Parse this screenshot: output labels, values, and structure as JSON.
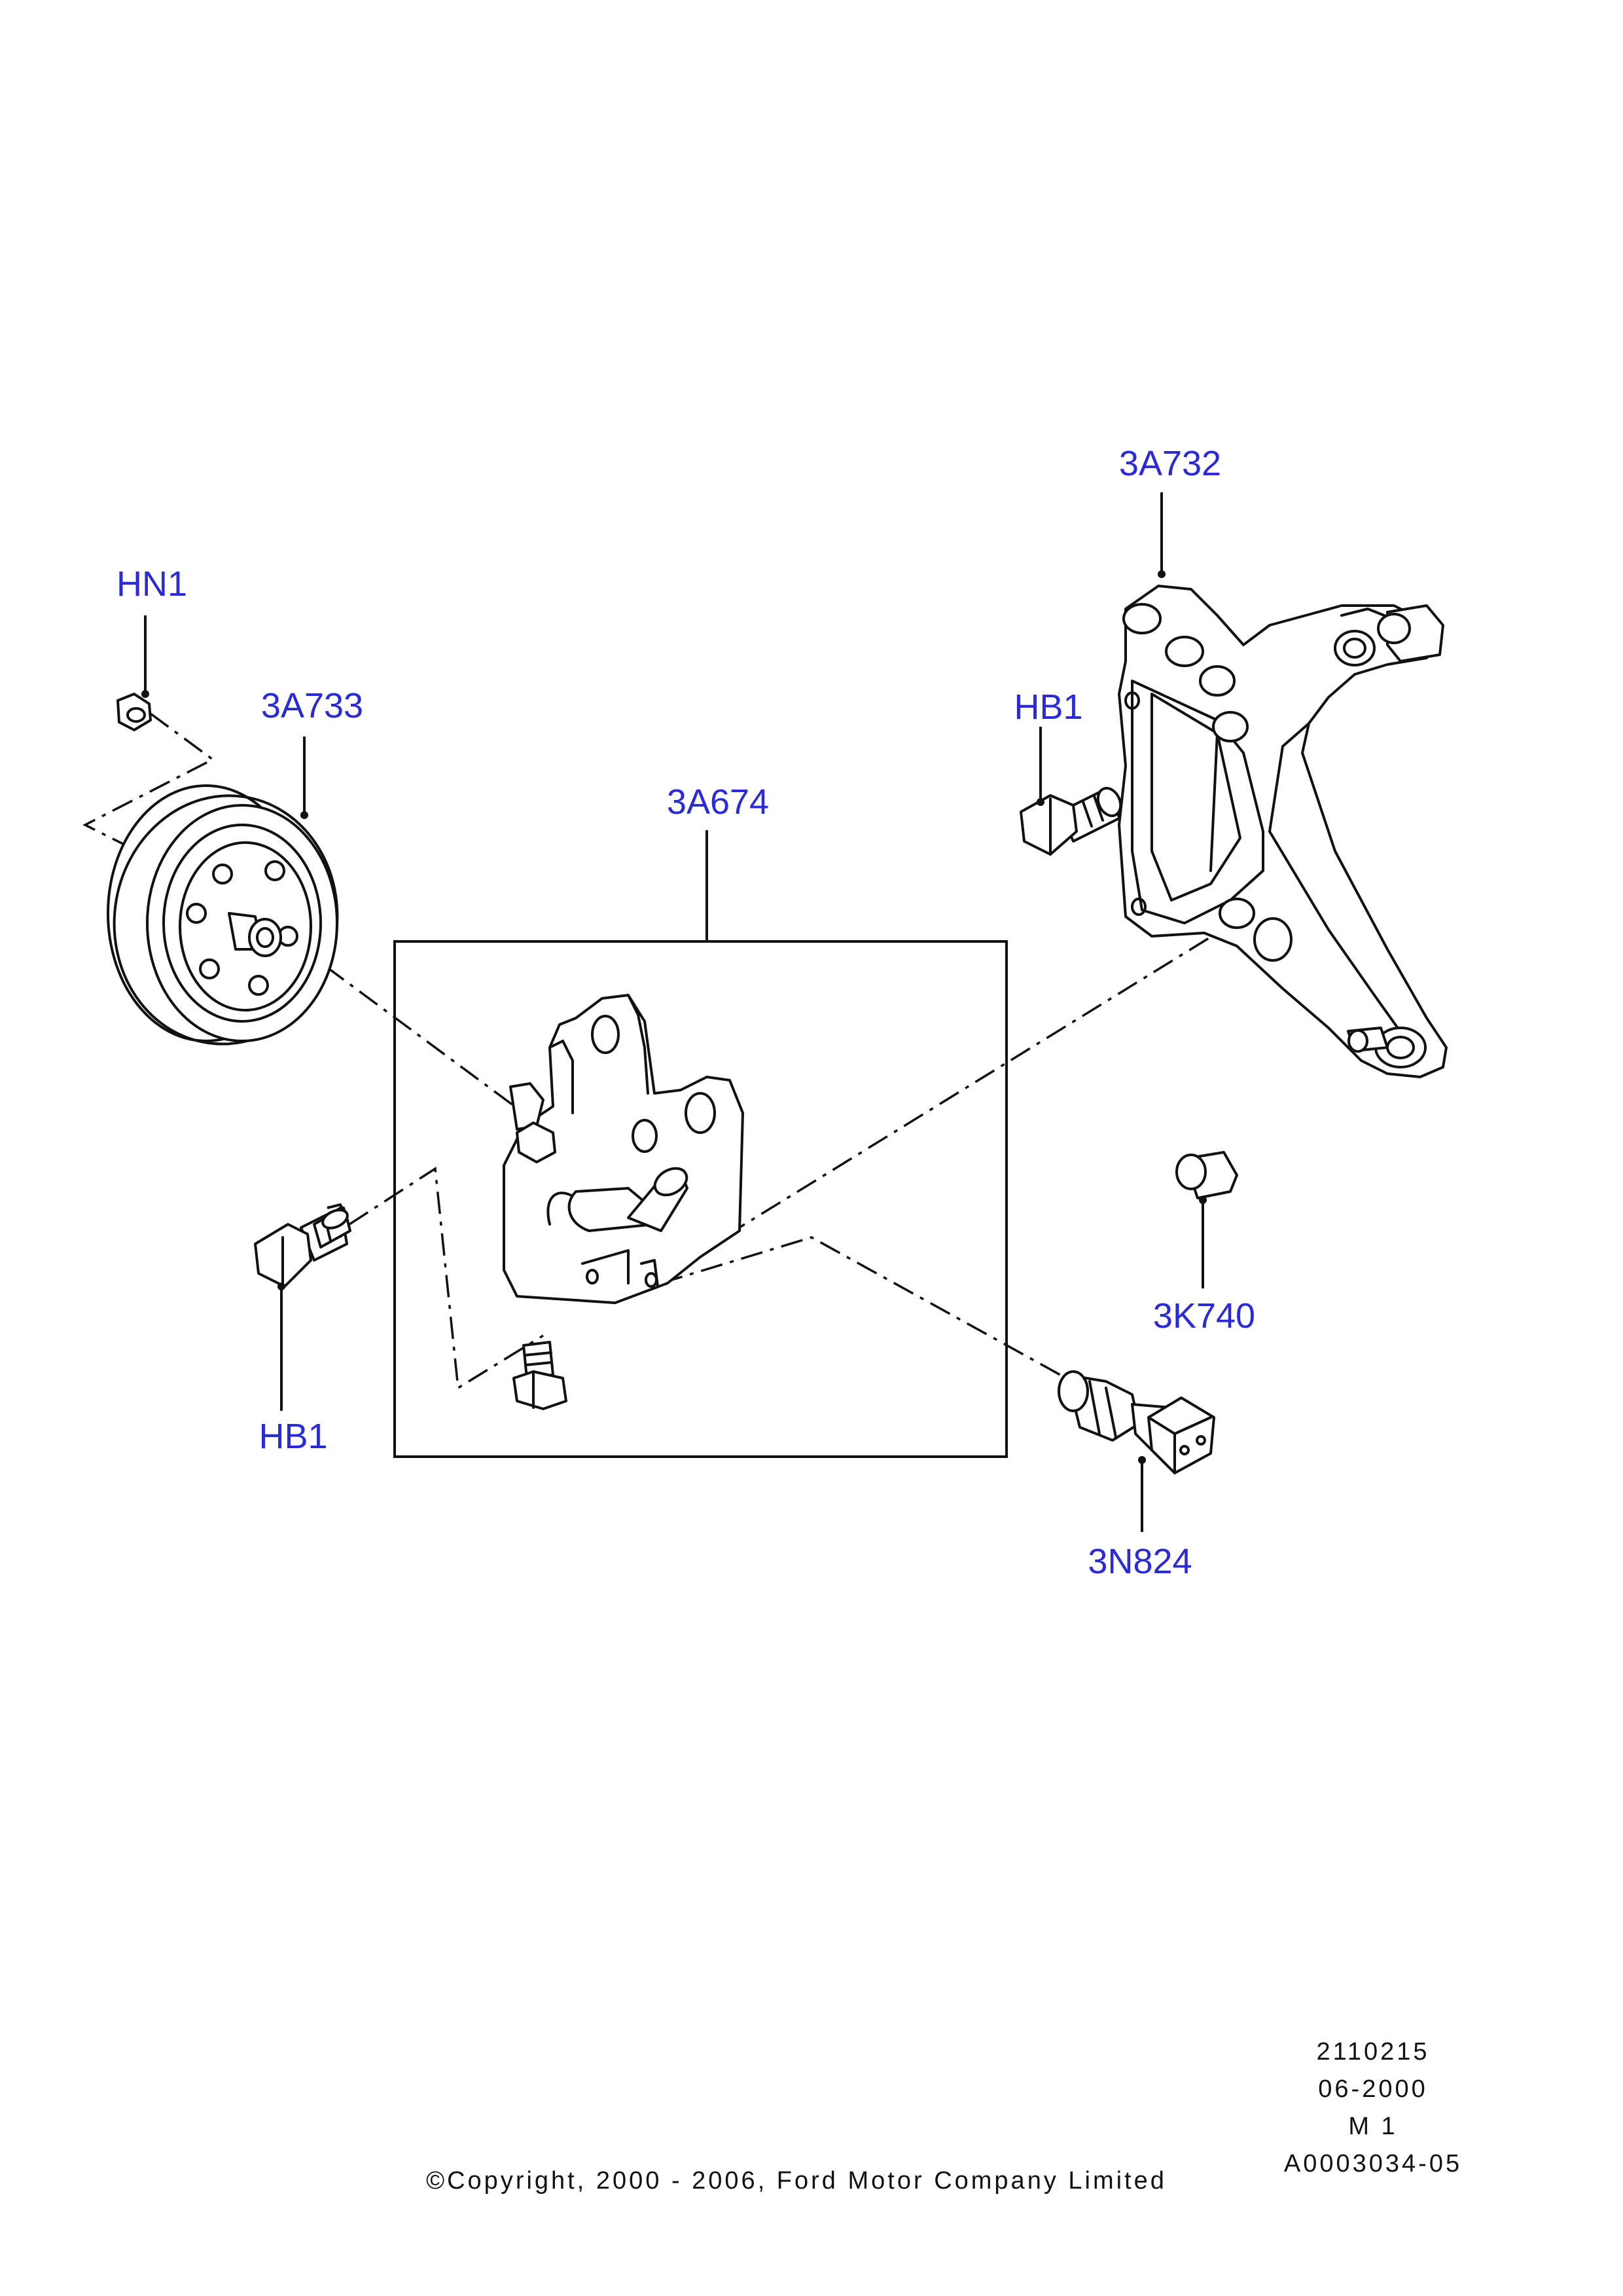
{
  "callouts": {
    "hn1": "HN1",
    "p3a733": "3A733",
    "p3a674": "3A674",
    "p3a732": "3A732",
    "hb1_top": "HB1",
    "hb1_bottom": "HB1",
    "p3k740": "3K740",
    "p3n824": "3N824"
  },
  "footer": {
    "line1": "2110215",
    "line2": "06-2000",
    "line3": "M 1",
    "line4": "A0003034-05",
    "copyright": "©Copyright, 2000 - 2006, Ford Motor Company Limited"
  },
  "colors": {
    "callout": "#2a2ad6",
    "line": "#111111",
    "background": "#ffffff"
  }
}
